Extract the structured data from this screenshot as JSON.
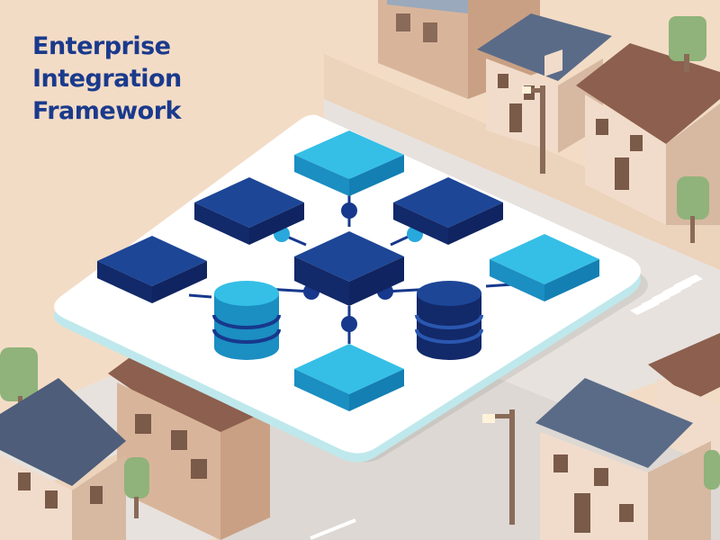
{
  "title": {
    "lines": [
      "Enterprise",
      "Integration",
      "Framework"
    ]
  },
  "colors": {
    "background": "#f3dcc6",
    "title": "#1a3a8c",
    "node_dark": "#17388c",
    "node_light": "#1fa3d6",
    "connector": "#17388c",
    "connector_light": "#28a8dc",
    "platform": "#ffffff",
    "platform_edge": "#bfe8ec"
  },
  "diagram": {
    "nodes": [
      {
        "id": "top",
        "kind": "light-block"
      },
      {
        "id": "upper-left",
        "kind": "dark-block"
      },
      {
        "id": "upper-right",
        "kind": "dark-block"
      },
      {
        "id": "left",
        "kind": "dark-block"
      },
      {
        "id": "hub",
        "kind": "dark-block"
      },
      {
        "id": "right",
        "kind": "light-block"
      },
      {
        "id": "database-left",
        "kind": "light-cylinder"
      },
      {
        "id": "database-right",
        "kind": "dark-cylinder"
      },
      {
        "id": "bottom",
        "kind": "light-block"
      }
    ]
  },
  "icons": [
    "house-icon",
    "tree-icon",
    "street-lamp-icon",
    "crosswalk-icon"
  ]
}
